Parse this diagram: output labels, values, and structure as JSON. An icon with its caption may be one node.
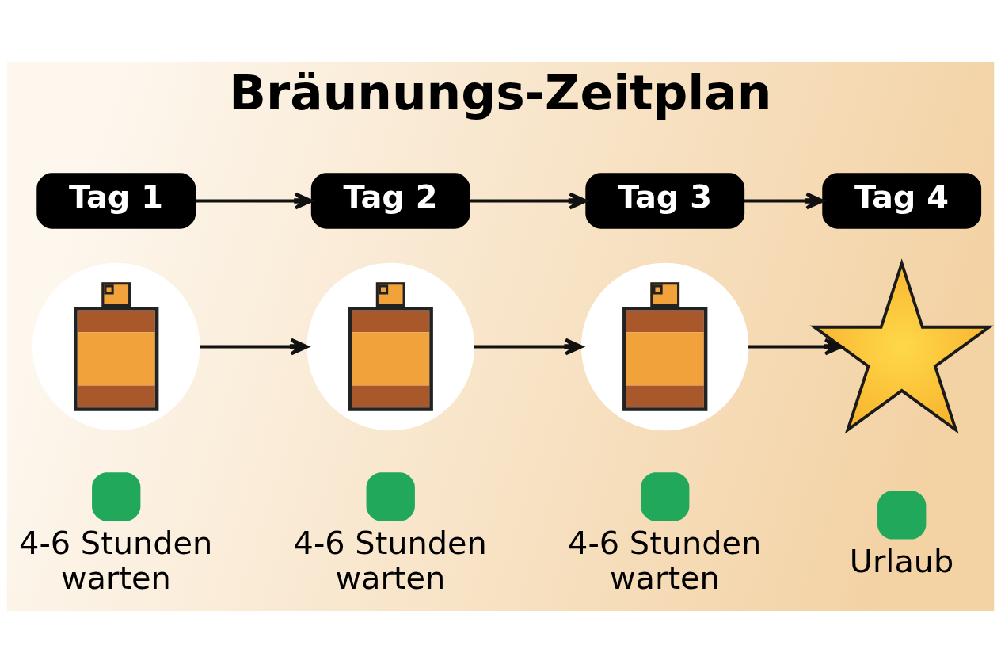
{
  "diagram": {
    "title": "Bräunungs-Zeitplan",
    "nodes": [
      {
        "text": [
          "Tag 1"
        ]
      },
      {
        "text": [
          "Tag 2"
        ]
      },
      {
        "text": [
          "Tag 3"
        ]
      },
      {
        "text": [
          "Tag 4"
        ]
      },
      {
        "text": [],
        "shape": "picture",
        "beside": [
          "4-6 Stunden warten"
        ]
      },
      {
        "text": [],
        "shape": "picture",
        "beside": [
          "4-6 Stunden warten"
        ]
      },
      {
        "text": [],
        "shape": "picture",
        "beside": [
          "4-6 Stunden warten"
        ]
      },
      {
        "text": [],
        "shape": "picture",
        "beside": [
          "Urlaub"
        ]
      }
    ],
    "edges": [
      {
        "from": 0,
        "to": 1,
        "arrow": "to"
      },
      {
        "from": 1,
        "to": 2,
        "arrow": "to"
      },
      {
        "from": 2,
        "to": 3,
        "arrow": "to"
      },
      {
        "from": 4,
        "to": 5,
        "arrow": "to"
      },
      {
        "from": 5,
        "to": 6,
        "arrow": "to"
      },
      {
        "from": 6,
        "to": 7,
        "arrow": "to"
      }
    ]
  }
}
